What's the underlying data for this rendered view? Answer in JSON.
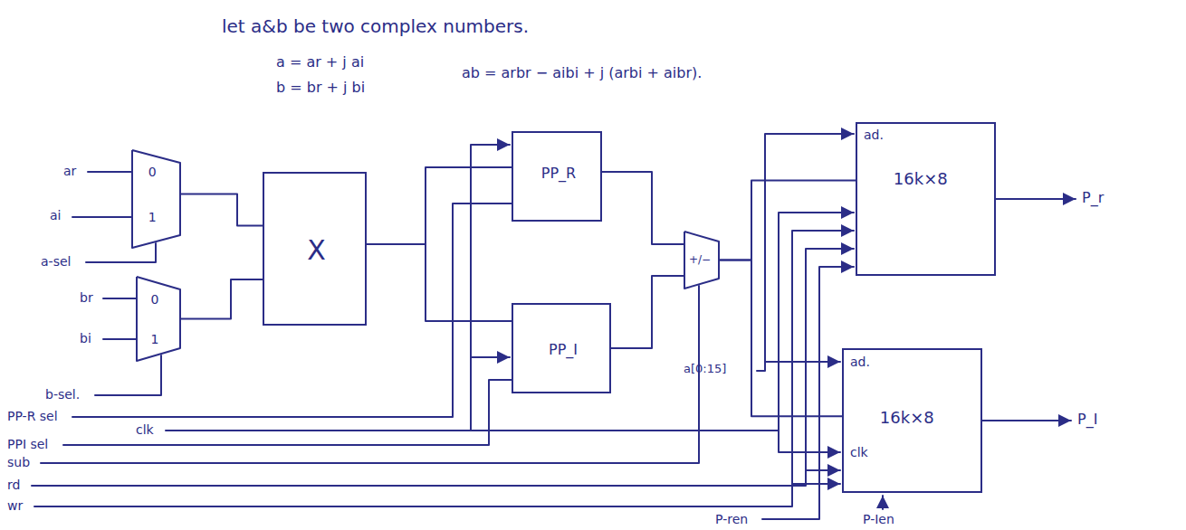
{
  "diagram": {
    "title": "let a&b be two complex numbers.",
    "nodes": [
      {
        "text": [
          "0",
          "1"
        ]
      },
      {
        "text": [
          "0",
          "1"
        ]
      },
      {
        "text": [
          "X"
        ]
      },
      {
        "text": [
          "PP_R"
        ]
      },
      {
        "text": [
          "PP_I"
        ]
      },
      {
        "text": [
          "+/−"
        ]
      },
      {
        "text": [
          "ad.",
          "16k×8"
        ]
      },
      {
        "text": [
          "ad.",
          "16k×8",
          "clk"
        ]
      }
    ],
    "edges": [
      {
        "from": 0,
        "to": 2,
        "arrow": "none"
      },
      {
        "from": 1,
        "to": 2,
        "arrow": "none"
      },
      {
        "from": 2,
        "to": 3,
        "arrow": "none"
      },
      {
        "from": 2,
        "to": 4,
        "arrow": "none"
      },
      {
        "from": 3,
        "to": 5,
        "arrow": "none"
      },
      {
        "from": 4,
        "to": 5,
        "arrow": "none"
      },
      {
        "from": 5,
        "to": 6,
        "arrow": "none"
      },
      {
        "from": 5,
        "to": 7,
        "arrow": "none"
      }
    ],
    "labels": [
      "a = ar + j ai",
      "b = br + j bi",
      "ab = arbr − aibi + j (arbi + aibr).",
      "ar",
      "ai",
      "a-sel",
      "br",
      "bi",
      "b-sel.",
      "PP-R sel",
      "PPI sel",
      "sub",
      "rd",
      "wr",
      "clk",
      "a[0:15]",
      "P_r",
      "P_I",
      "P-ren",
      "P-Ien"
    ]
  }
}
